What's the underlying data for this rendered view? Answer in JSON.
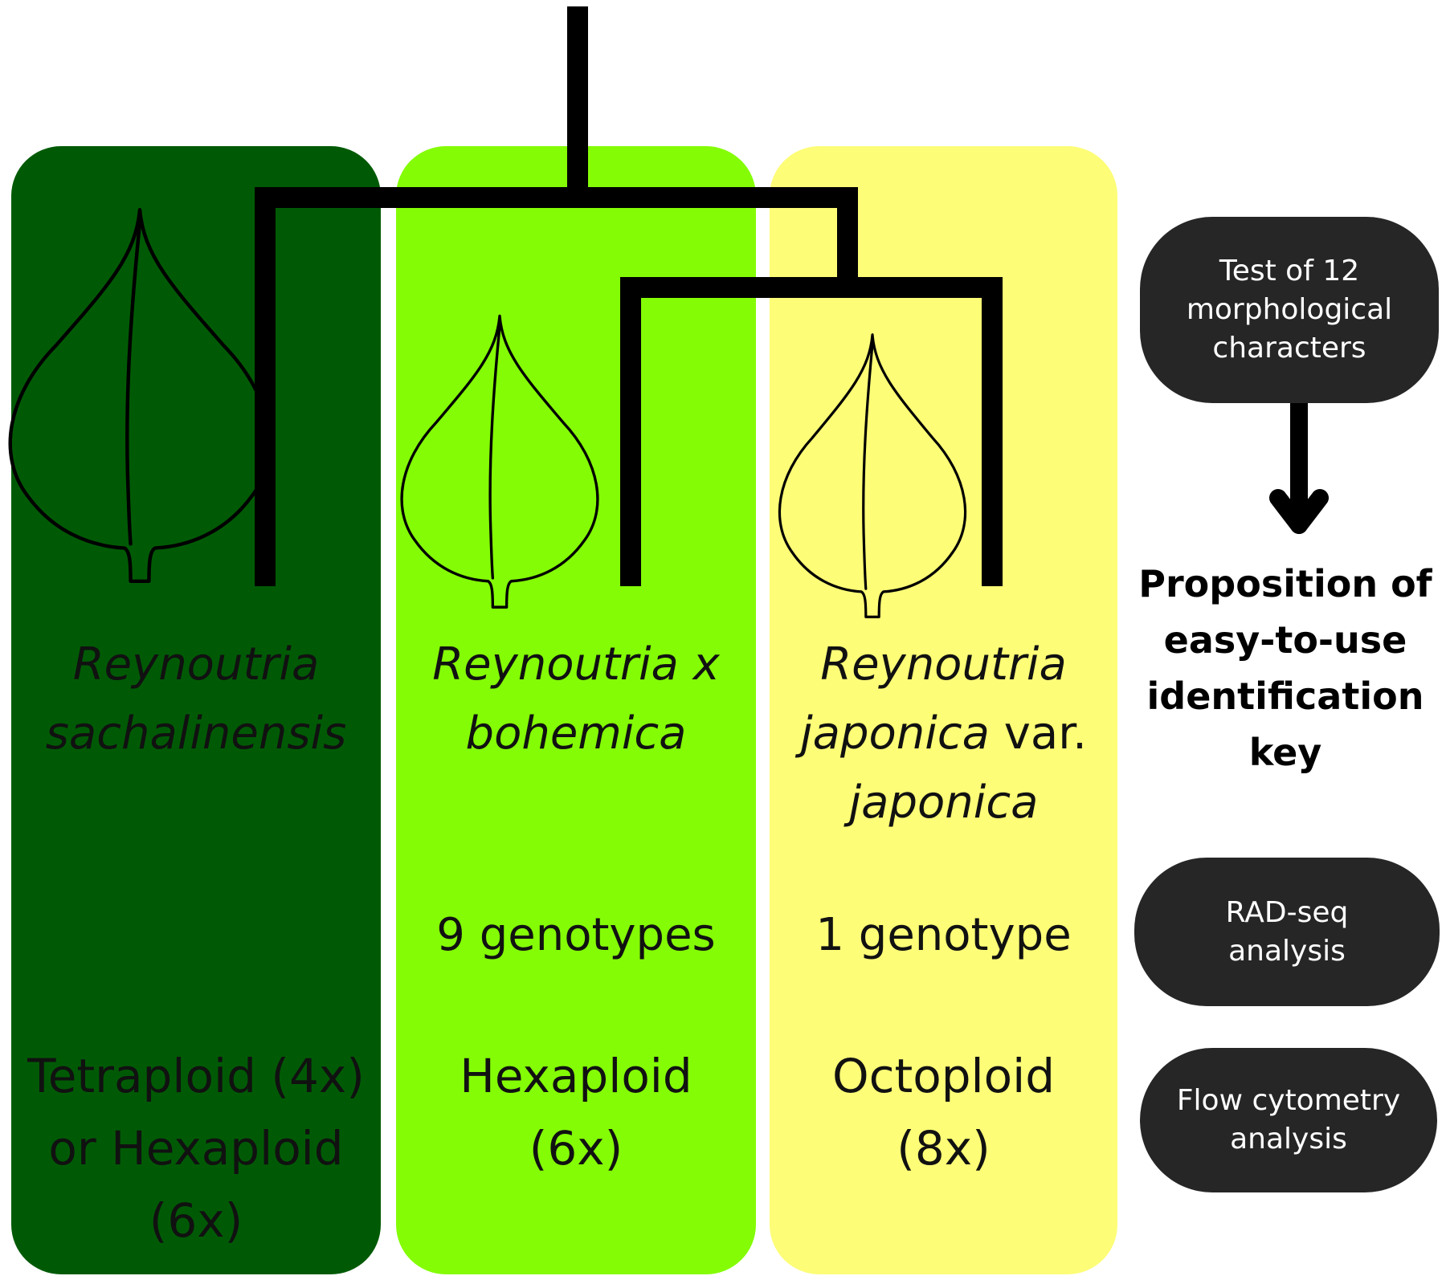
{
  "colors": {
    "sachalinensis_panel": "#005a05",
    "bohemica_panel": "#84fc06",
    "japonica_panel": "#fdfd77",
    "method_box": "#262626",
    "tree_line": "#000000"
  },
  "panels": [
    {
      "species_line1": "Reynoutria",
      "species_line2": "sachalinensis",
      "genotypes": "",
      "ploidy_line1": "Tetraploid (4x)",
      "ploidy_line2": "or Hexaploid",
      "ploidy_line3": "(6x)",
      "leaf_icon": "leaf-icon"
    },
    {
      "species_line1": "Reynoutria x",
      "species_line2": "bohemica",
      "genotypes": "9 genotypes",
      "ploidy_line1": "Hexaploid",
      "ploidy_line2": "(6x)",
      "leaf_icon": "leaf-icon"
    },
    {
      "species_line1": "Reynoutria",
      "species_line2_italic": "japonica",
      "species_line2_roman": " var.",
      "species_line3": "japonica",
      "genotypes": "1 genotype",
      "ploidy_line1": "Octoploid",
      "ploidy_line2": "(8x)",
      "leaf_icon": "leaf-icon"
    }
  ],
  "methods": {
    "morphology": [
      "Test of 12",
      "morphological",
      "characters"
    ],
    "key": [
      "Proposition of",
      "easy-to-use",
      "identification",
      "key"
    ],
    "radseq": [
      "RAD-seq",
      "analysis"
    ],
    "flow": [
      "Flow cytometry",
      "analysis"
    ],
    "arrow_icon": "arrow-down-icon"
  }
}
